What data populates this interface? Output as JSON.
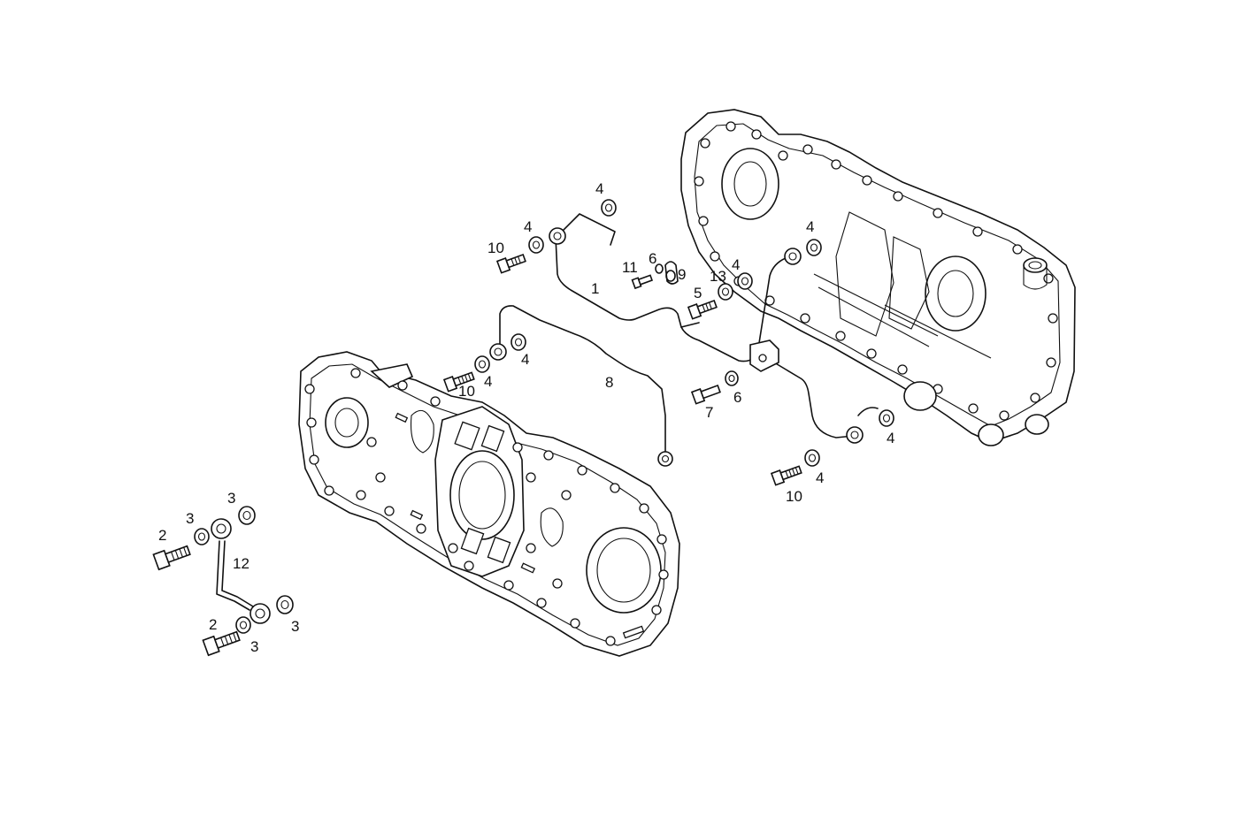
{
  "diagram": {
    "callouts": [
      {
        "id": "c1",
        "text": "4"
      },
      {
        "id": "c2",
        "text": "4"
      },
      {
        "id": "c3",
        "text": "10"
      },
      {
        "id": "c4",
        "text": "11"
      },
      {
        "id": "c5",
        "text": "6"
      },
      {
        "id": "c6",
        "text": "9"
      },
      {
        "id": "c7",
        "text": "1"
      },
      {
        "id": "c8",
        "text": "13"
      },
      {
        "id": "c9",
        "text": "4"
      },
      {
        "id": "c10",
        "text": "5"
      },
      {
        "id": "c11",
        "text": "4"
      },
      {
        "id": "c12",
        "text": "4"
      },
      {
        "id": "c13",
        "text": "4"
      },
      {
        "id": "c14",
        "text": "10"
      },
      {
        "id": "c15",
        "text": "8"
      },
      {
        "id": "c16",
        "text": "6"
      },
      {
        "id": "c17",
        "text": "7"
      },
      {
        "id": "c18",
        "text": "4"
      },
      {
        "id": "c19",
        "text": "4"
      },
      {
        "id": "c20",
        "text": "10"
      },
      {
        "id": "c21",
        "text": "3"
      },
      {
        "id": "c22",
        "text": "3"
      },
      {
        "id": "c23",
        "text": "2"
      },
      {
        "id": "c24",
        "text": "12"
      },
      {
        "id": "c25",
        "text": "2"
      },
      {
        "id": "c26",
        "text": "3"
      },
      {
        "id": "c27",
        "text": "3"
      }
    ]
  }
}
